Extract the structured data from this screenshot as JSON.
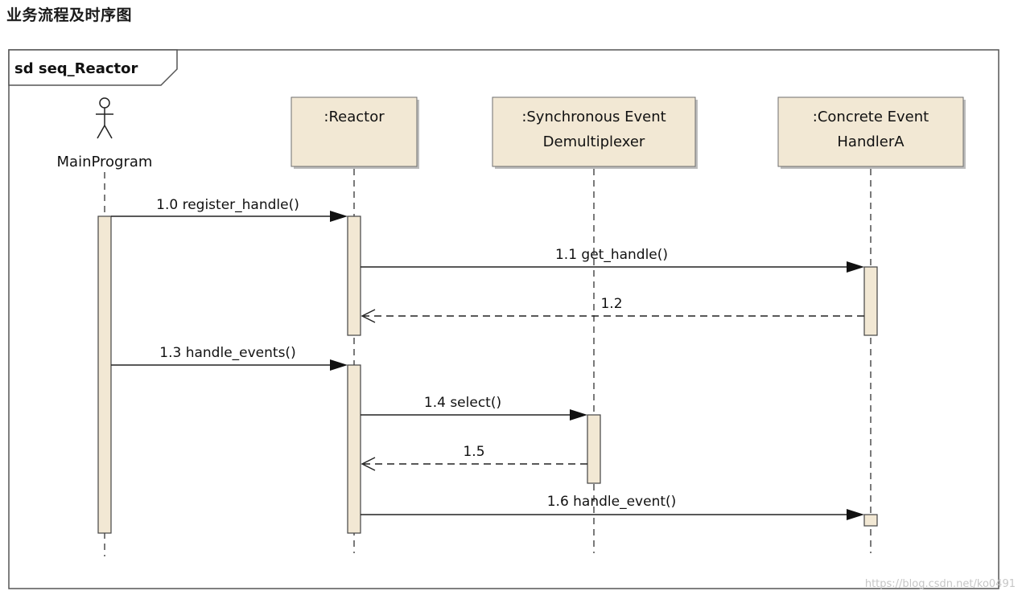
{
  "page": {
    "heading": "业务流程及时序图",
    "watermark": "https://blog.csdn.net/ko0491"
  },
  "diagram": {
    "frame_label": "sd seq_Reactor",
    "colors": {
      "box_fill": "#f2e8d4",
      "box_stroke": "#6e6e6e",
      "shadow": "#bdbdbd",
      "line": "#222222"
    },
    "actor": {
      "icon": "stick-figure-icon",
      "label": "MainProgram"
    },
    "lifelines": [
      {
        "id": "reactor",
        "lines": [
          ":Reactor"
        ]
      },
      {
        "id": "demux",
        "lines": [
          ":Synchronous Event",
          "Demultiplexer"
        ]
      },
      {
        "id": "handler",
        "lines": [
          ":Concrete Event",
          "HandlerA"
        ]
      }
    ],
    "messages": [
      {
        "label": "1.0 register_handle()",
        "kind": "sync"
      },
      {
        "label": "1.1 get_handle()",
        "kind": "sync"
      },
      {
        "label": "1.2",
        "kind": "return"
      },
      {
        "label": "1.3 handle_events()",
        "kind": "sync"
      },
      {
        "label": "1.4 select()",
        "kind": "sync"
      },
      {
        "label": "1.5",
        "kind": "return"
      },
      {
        "label": "1.6 handle_event()",
        "kind": "sync"
      }
    ]
  }
}
